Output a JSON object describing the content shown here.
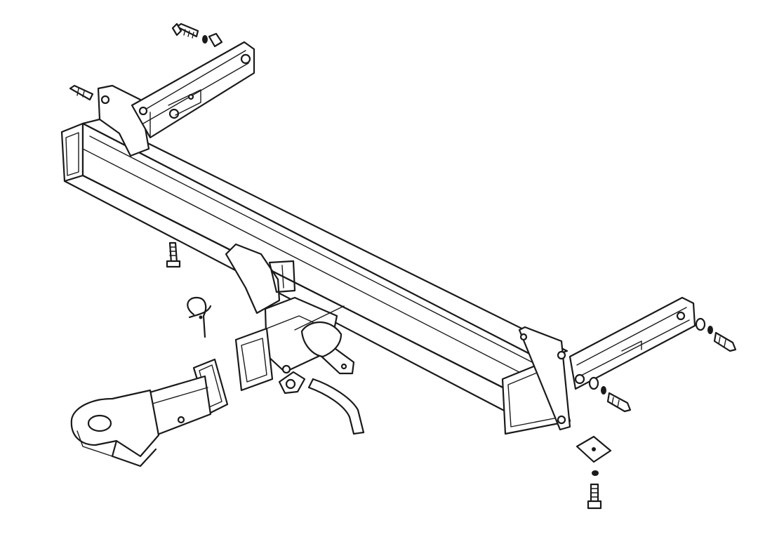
{
  "diagram": {
    "kind": "exploded-assembly-line-drawing",
    "subject": "tow-bar-hitch-assembly",
    "line_color": "#1a1a1a",
    "background": "#ffffff",
    "parts": [
      "main-crossbar",
      "left-side-bracket",
      "right-side-bracket",
      "receiver-tube",
      "drawbar-with-ball-mount",
      "receiver-collar",
      "hitch-pin-clip",
      "wiring-bracket",
      "safety-chain-loop",
      "bolts",
      "nuts",
      "washers",
      "square-backing-plate"
    ]
  }
}
